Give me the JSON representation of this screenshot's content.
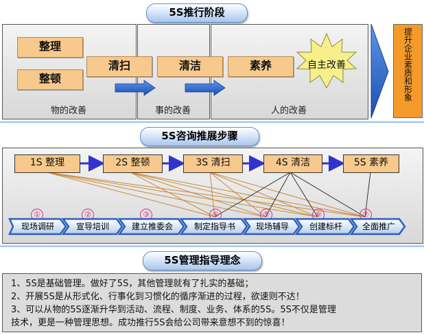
{
  "section1": {
    "title": "5S推行阶段",
    "boxes": {
      "zhengli": "整理",
      "zhengdun": "整顿",
      "qingsao": "清扫",
      "qingjie": "清洁",
      "suyang": "素养",
      "zizhu": "自主改善"
    },
    "captions": [
      "物的改善",
      "事的改善",
      "人的改善"
    ],
    "goal": "提升企业素质和形象"
  },
  "section2": {
    "title": "5S咨询推展步骤",
    "steps": [
      "1S 整理",
      "2S 整顿",
      "3S 清扫",
      "4S 清洁",
      "5S 素养"
    ],
    "numbers": [
      "①",
      "②",
      "③",
      "④",
      "⑤",
      "⑥",
      "⑦"
    ],
    "phases": [
      "现场调研",
      "宣导培训",
      "建立推委会",
      "制定指导书",
      "现场辅导",
      "创建标杆",
      "全面推广"
    ]
  },
  "section3": {
    "title": "5S管理指导理念",
    "lines": [
      "1、5S是基础管理。做好了5S，其他管理就有了扎实的基础；",
      "2、开展5S是从形式化、行事化到习惯化的循序渐进的过程，欲速则不达！",
      "3、可以从物的5S逐渐升华到活动、流程、制度、业务、体系的5S。5S不仅是管理",
      "技术，更是一种管理思想。成功推行5S会给公司带来意想不到的惊喜！"
    ]
  },
  "colors": {
    "box_fill": "#f7c98c",
    "goal_fill": "#f39a2b",
    "arrow_blue": "#3333cc",
    "chevron_blue": "#2a5fbf",
    "star_yellow": "#f7f08a",
    "number_pink": "#e0308a",
    "connector_brown": "#c8893a"
  }
}
